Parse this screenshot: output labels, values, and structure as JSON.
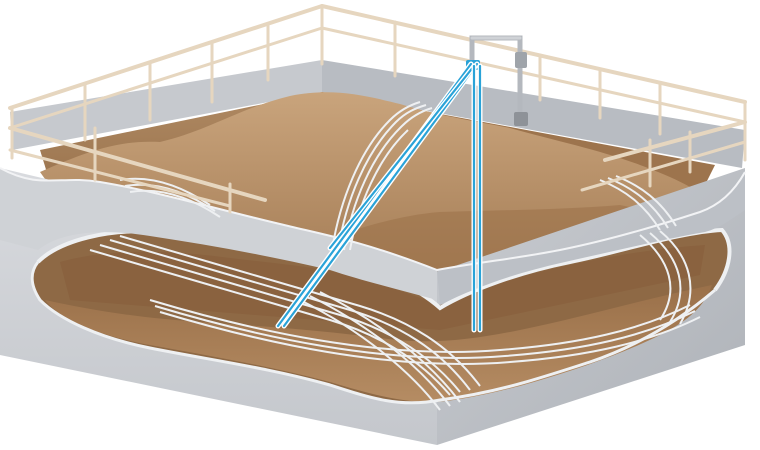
{
  "colors": {
    "background": "#ffffff",
    "concrete_light": "#dcdee2",
    "concrete_mid": "#c6c9ce",
    "concrete_dark": "#a9adb3",
    "concrete_edge": "#8e9298",
    "material_light": "#c8a57f",
    "material_mid": "#a97f57",
    "material_dark": "#8c6541",
    "railing": "#e6d6bf",
    "railing_shadow": "#b8a68c",
    "sensor_rope": "#2aa3d8",
    "rope_shadow": "#ffffff",
    "cables": "#eef0f2",
    "mast": "#b4b8be"
  },
  "icons": [
    "silo-tank",
    "guard-railing",
    "sensor-mount-bracket",
    "sensor-cable",
    "material-layer"
  ]
}
